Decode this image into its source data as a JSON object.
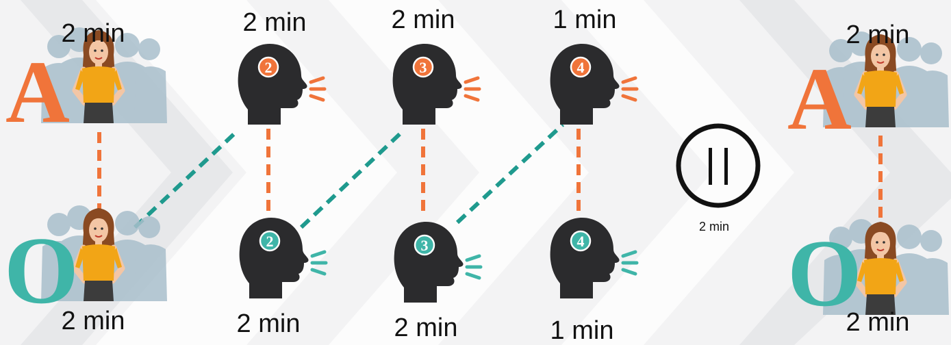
{
  "colors": {
    "affirmative": "#f0743a",
    "opposition": "#3fb5a8",
    "head": "#2b2b2d",
    "crowd": "#a9bfcc",
    "shirt": "#f2a516",
    "hair": "#8a4a22",
    "skin": "#f3c6a5"
  },
  "icons": {
    "speaker": "speaker-head-icon",
    "debater": "debater-group-icon",
    "pause": "pause-icon"
  },
  "team_letters": {
    "affirmative": "A",
    "opposition": "O"
  },
  "labels": {
    "a_open": "2 min",
    "o_open": "2 min",
    "a_second": "2 min",
    "o_second": "2 min",
    "a_third": "2 min",
    "o_third": "2 min",
    "a_fourth": "1 min",
    "o_fourth": "1 min",
    "pause": "2 min",
    "a_closing": "2 min",
    "o_closing": "2 min"
  },
  "speaker_numbers": {
    "a_second": "2",
    "o_second": "2",
    "a_third": "3",
    "o_third": "3",
    "a_fourth": "4",
    "o_fourth": "4"
  }
}
